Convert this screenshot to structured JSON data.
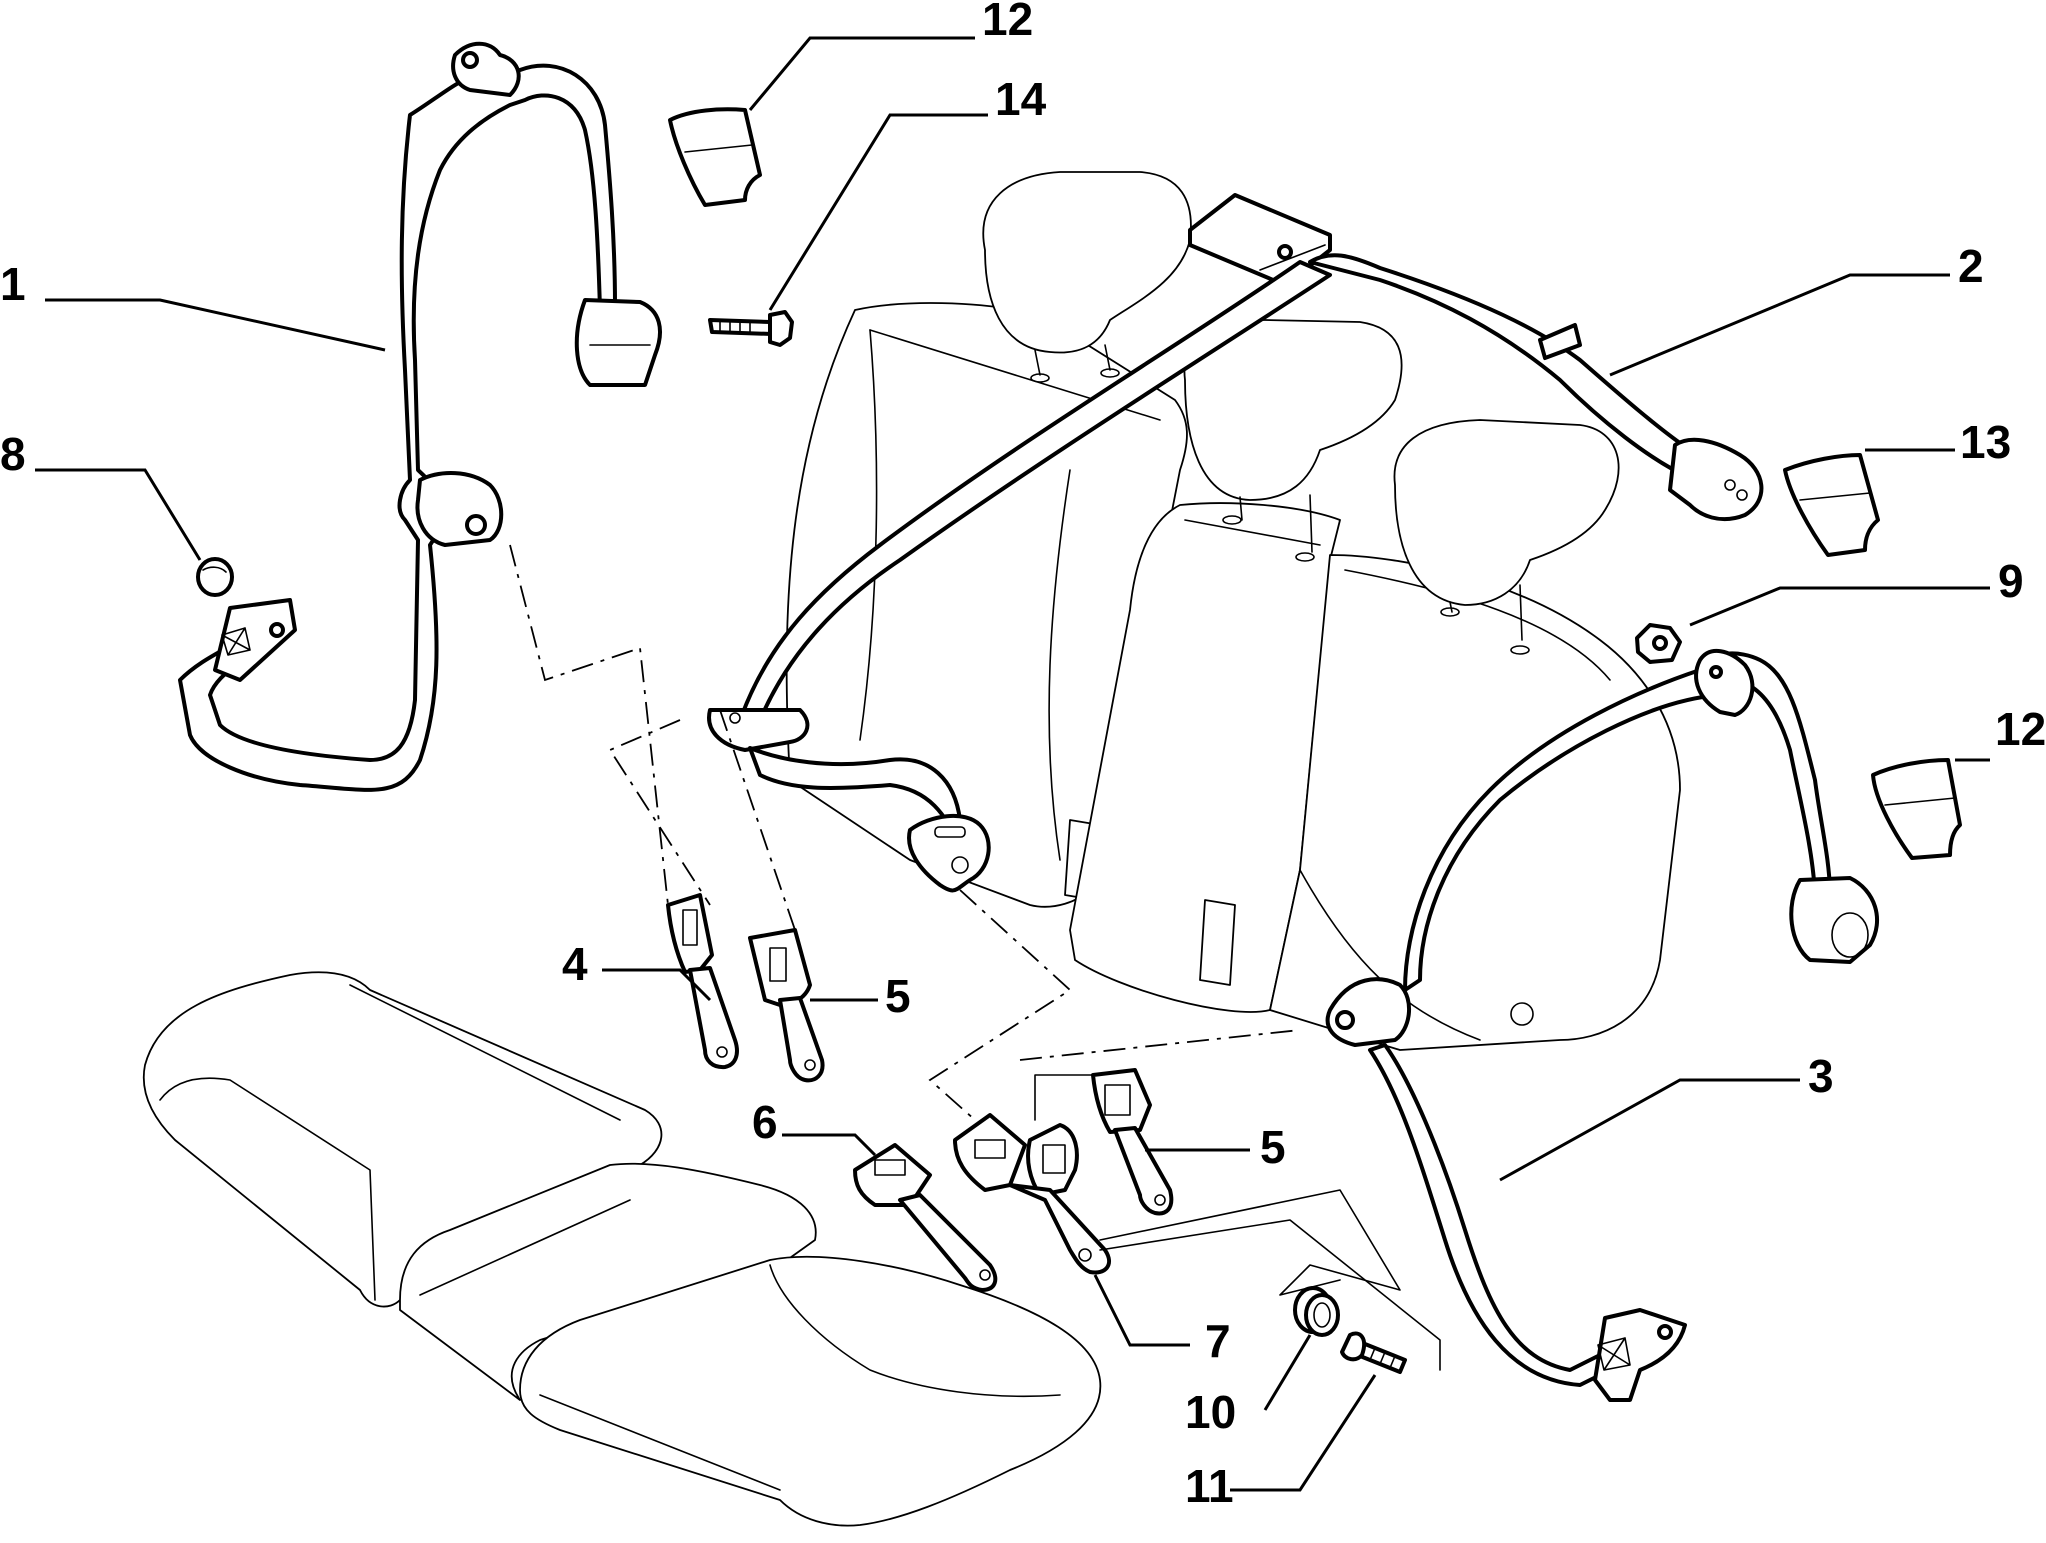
{
  "callouts": [
    {
      "id": "c1",
      "label": "1"
    },
    {
      "id": "c2",
      "label": "2"
    },
    {
      "id": "c3",
      "label": "3"
    },
    {
      "id": "c4",
      "label": "4"
    },
    {
      "id": "c5a",
      "label": "5"
    },
    {
      "id": "c5b",
      "label": "5"
    },
    {
      "id": "c6",
      "label": "6"
    },
    {
      "id": "c7",
      "label": "7"
    },
    {
      "id": "c8",
      "label": "8"
    },
    {
      "id": "c9",
      "label": "9"
    },
    {
      "id": "c10",
      "label": "10"
    },
    {
      "id": "c11",
      "label": "11"
    },
    {
      "id": "c12a",
      "label": "12"
    },
    {
      "id": "c12b",
      "label": "12"
    },
    {
      "id": "c13",
      "label": "13"
    },
    {
      "id": "c14",
      "label": "14"
    }
  ]
}
